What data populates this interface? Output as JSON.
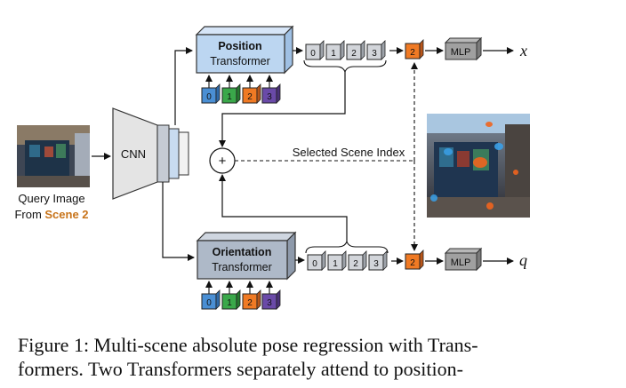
{
  "query": {
    "line1": "Query Image",
    "line2_prefix": "From ",
    "line2_scene": "Scene 2",
    "scene_color": "#c8741a"
  },
  "cnn": {
    "label": "CNN"
  },
  "position_transformer": {
    "title": "Position",
    "subtitle": "Transformer"
  },
  "orientation_transformer": {
    "title": "Orientation",
    "subtitle": "Transformer"
  },
  "scene_tokens": [
    "0",
    "1",
    "2",
    "3"
  ],
  "token_colors": [
    "#4a8fd4",
    "#3aa84a",
    "#f07a24",
    "#6a4aa8"
  ],
  "output_tokens": [
    "0",
    "1",
    "2",
    "3"
  ],
  "selected_token": "2",
  "selected_index_label": "Selected Scene Index",
  "sum_symbol": "+",
  "mlp_label": "MLP",
  "outputs": {
    "position": "x",
    "orientation": "q"
  },
  "caption": {
    "line1": "Figure 1: Multi-scene absolute pose regression with Trans-",
    "line2": "formers.  Two Transformers separately attend to position-"
  }
}
